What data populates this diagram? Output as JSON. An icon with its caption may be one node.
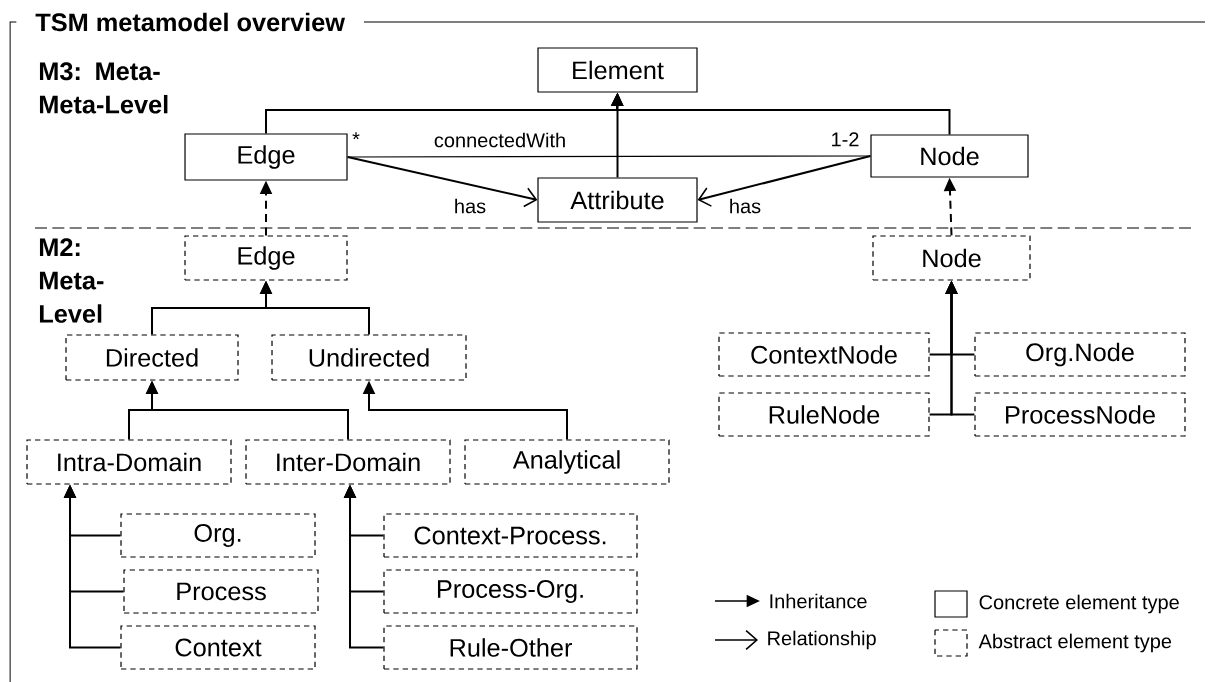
{
  "diagram": {
    "title": "TSM metamodel overview",
    "nodes": [
      {
        "text": [
          "Element"
        ]
      },
      {
        "text": [
          "Edge"
        ]
      },
      {
        "text": [
          "Attribute"
        ]
      },
      {
        "text": [
          "Node"
        ]
      },
      {
        "text": [
          "Edge"
        ]
      },
      {
        "text": [
          "Node"
        ]
      },
      {
        "text": [
          "Directed"
        ]
      },
      {
        "text": [
          "Undirected"
        ]
      },
      {
        "text": [
          "Intra-Domain"
        ]
      },
      {
        "text": [
          "Inter-Domain"
        ]
      },
      {
        "text": [
          "Analytical"
        ]
      },
      {
        "text": [
          "Org."
        ]
      },
      {
        "text": [
          "Process"
        ]
      },
      {
        "text": [
          "Context"
        ]
      },
      {
        "text": [
          "Context-Process."
        ]
      },
      {
        "text": [
          "Process-Org."
        ]
      },
      {
        "text": [
          "Rule-Other"
        ]
      },
      {
        "text": [
          "ContextNode"
        ]
      },
      {
        "text": [
          "Org.Node"
        ]
      },
      {
        "text": [
          "RuleNode"
        ]
      },
      {
        "text": [
          "ProcessNode"
        ]
      }
    ],
    "edges": [
      {
        "from": 1,
        "to": 0,
        "arrow": "to"
      },
      {
        "from": 3,
        "to": 0,
        "arrow": "to"
      },
      {
        "from": 2,
        "to": 0,
        "arrow": "to"
      },
      {
        "from": 1,
        "to": 3,
        "arrow": "none",
        "label": "connectedWith"
      },
      {
        "from": 1,
        "to": 2,
        "arrow": "to",
        "label": "has"
      },
      {
        "from": 3,
        "to": 2,
        "arrow": "to",
        "label": "has"
      },
      {
        "from": 4,
        "to": 1,
        "arrow": "to",
        "style": "dashed"
      },
      {
        "from": 5,
        "to": 3,
        "arrow": "to",
        "style": "dashed"
      },
      {
        "from": 6,
        "to": 4,
        "arrow": "to"
      },
      {
        "from": 7,
        "to": 4,
        "arrow": "to"
      },
      {
        "from": 8,
        "to": 6,
        "arrow": "to"
      },
      {
        "from": 9,
        "to": 6,
        "arrow": "to"
      },
      {
        "from": 10,
        "to": 7,
        "arrow": "to"
      },
      {
        "from": 11,
        "to": 8,
        "arrow": "to"
      },
      {
        "from": 12,
        "to": 8,
        "arrow": "to"
      },
      {
        "from": 13,
        "to": 8,
        "arrow": "to"
      },
      {
        "from": 14,
        "to": 9,
        "arrow": "to"
      },
      {
        "from": 15,
        "to": 9,
        "arrow": "to"
      },
      {
        "from": 16,
        "to": 9,
        "arrow": "to"
      },
      {
        "from": 17,
        "to": 5,
        "arrow": "to"
      },
      {
        "from": 18,
        "to": 5,
        "arrow": "to"
      },
      {
        "from": 19,
        "to": 5,
        "arrow": "to"
      },
      {
        "from": 20,
        "to": 5,
        "arrow": "to"
      }
    ],
    "labels": [
      "M3: Meta-Meta-Level",
      "*",
      "1-2",
      "M2: Meta-Level"
    ],
    "legend": [
      {
        "text": "Inheritance"
      },
      {
        "text": "Relationship"
      },
      {
        "text": "Concrete element type"
      },
      {
        "text": "Abstract element type"
      }
    ]
  }
}
